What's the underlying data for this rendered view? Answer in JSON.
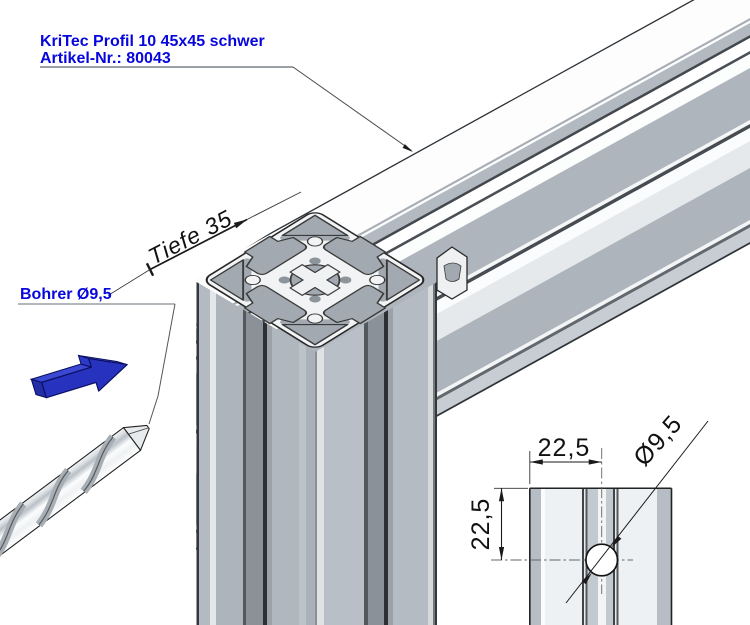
{
  "drawing": {
    "product_label": {
      "line1": "KriTec Profil 10 45x45 schwer",
      "line2": "Artikel-Nr.: 80043"
    },
    "drill_label": "Bohrer Ø9,5",
    "depth_dimension": "Tiefe 35",
    "detail_dimensions": {
      "offset_horizontal": "22,5",
      "offset_vertical": "22,5",
      "hole_diameter": "Ø9,5"
    }
  },
  "colors": {
    "label_blue": "#0707dd",
    "arrow_blue_front": "#2733bf",
    "arrow_blue_top": "#4754de",
    "arrow_blue_dark": "#0a0f5e",
    "outline_dark": "#2b2b2b",
    "metal_light": "#f1f3f4",
    "metal_mid": "#b0b7be",
    "metal_groove": "#53585d",
    "hole_gray": "#a2a9b0",
    "background": "#ffffff"
  }
}
